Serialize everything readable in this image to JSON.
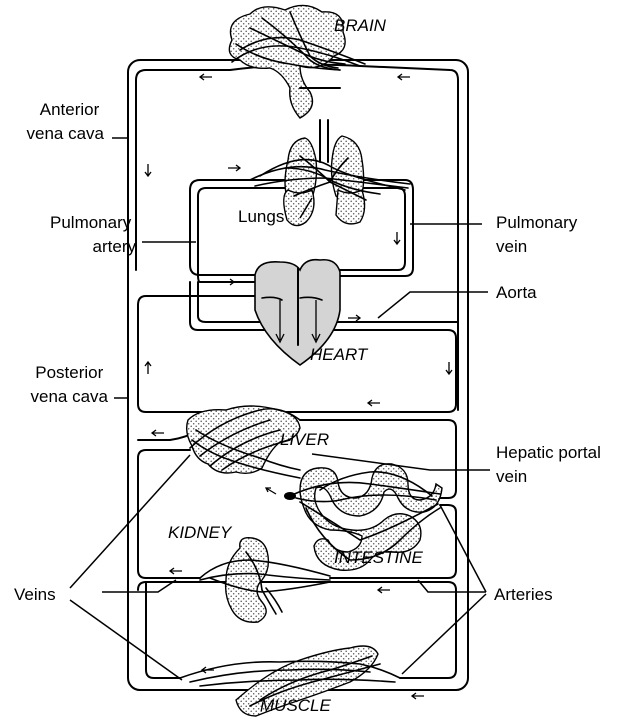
{
  "organs": {
    "brain": "BRAIN",
    "lungs": "Lungs",
    "heart": "HEART",
    "liver": "LIVER",
    "kidney": "KIDNEY",
    "intestine": "INTESTINE",
    "muscle": "MUSCLE"
  },
  "vessels": {
    "anterior_vena_cava": [
      "Anterior",
      "vena cava"
    ],
    "pulmonary_artery": [
      "Pulmonary",
      "artery"
    ],
    "pulmonary_vein": [
      "Pulmonary",
      "vein"
    ],
    "aorta": "Aorta",
    "posterior_vena_cava": [
      "Posterior",
      "vena cava"
    ],
    "hepatic_portal_vein": [
      "Hepatic portal",
      "vein"
    ],
    "veins": "Veins",
    "arteries": "Arteries"
  },
  "colors": {
    "line": "#000000",
    "heart_fill": "#d4d4d4",
    "stipple": "#555555",
    "background": "#ffffff"
  }
}
